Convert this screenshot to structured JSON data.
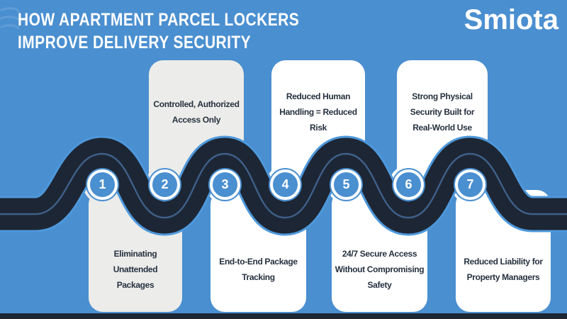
{
  "title": {
    "line1": "HOW APARTMENT PARCEL LOCKERS",
    "line2": "IMPROVE DELIVERY SECURITY"
  },
  "brand": {
    "name": "Smiota"
  },
  "colors": {
    "background_blue": "#4A8FD0",
    "road_navy": "#1D2634",
    "road_edge_blue": "#4E98DB",
    "road_center_line": "#3E6089",
    "card_gray": "#ECECEA",
    "card_white": "#FFFFFF",
    "text_navy": "#26313F",
    "text_white": "#FFFFFF"
  },
  "steps": [
    {
      "number": "1",
      "label": "Eliminating Unattended Packages",
      "position": "bottom",
      "card_color": "#ECECEA"
    },
    {
      "number": "2",
      "label": "Controlled, Authorized Access Only",
      "position": "top",
      "card_color": "#ECECEA"
    },
    {
      "number": "3",
      "label": "End-to-End Package Tracking",
      "position": "bottom",
      "card_color": "#FFFFFF"
    },
    {
      "number": "4",
      "label": "Reduced Human Handling = Reduced Risk",
      "position": "top",
      "card_color": "#FFFFFF"
    },
    {
      "number": "5",
      "label": "24/7 Secure Access Without Compromising Safety",
      "position": "bottom",
      "card_color": "#FFFFFF"
    },
    {
      "number": "6",
      "label": "Strong Physical Security Built for Real-World Use",
      "position": "top",
      "card_color": "#FFFFFF"
    },
    {
      "number": "7",
      "label": "Reduced Liability for Property Managers",
      "position": "bottom",
      "card_color": "#FFFFFF"
    }
  ]
}
